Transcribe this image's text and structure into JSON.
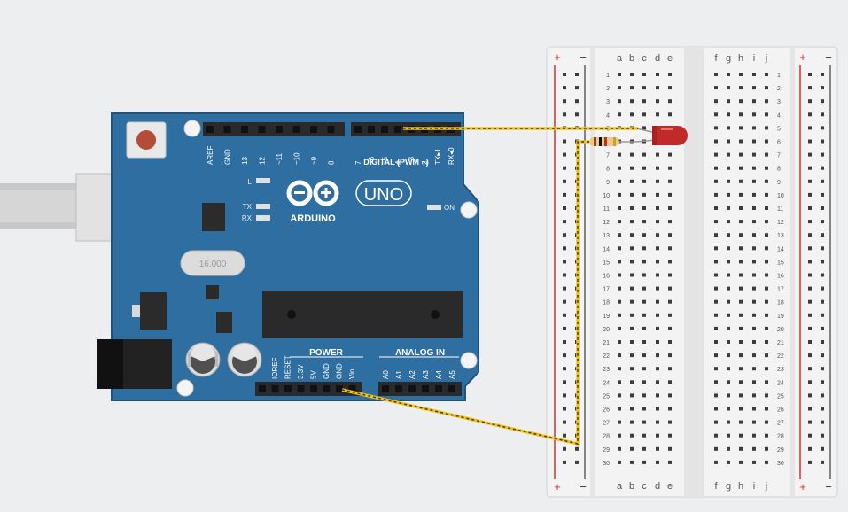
{
  "arduino": {
    "brand": "ARDUINO",
    "model": "UNO",
    "crystal_label": "16.000",
    "on_label": "ON",
    "led_labels": {
      "l": "L",
      "tx": "TX",
      "rx": "RX"
    },
    "digital_header_label": "DIGITAL (PWM ~)",
    "digital_pins_left": [
      "AREF",
      "GND",
      "13",
      "12",
      "~11",
      "~10",
      "~9",
      "8"
    ],
    "digital_pins_right": [
      "7",
      "~6",
      "~5",
      "4",
      "~3",
      "2",
      "TX▸1",
      "RX◂0"
    ],
    "power_label": "POWER",
    "analog_label": "ANALOG IN",
    "power_pins": [
      "IOREF",
      "RESET",
      "3.3V",
      "5V",
      "GND",
      "GND",
      "Vin"
    ],
    "analog_pins": [
      "A0",
      "A1",
      "A2",
      "A3",
      "A4",
      "A5"
    ]
  },
  "breadboard": {
    "columns_left": [
      "a",
      "b",
      "c",
      "d",
      "e"
    ],
    "columns_right": [
      "f",
      "g",
      "h",
      "i",
      "j"
    ],
    "rail_plus": "+",
    "rail_minus": "−",
    "rows": [
      "1",
      "2",
      "3",
      "4",
      "5",
      "6",
      "7",
      "8",
      "9",
      "10",
      "11",
      "12",
      "13",
      "14",
      "15",
      "16",
      "17",
      "18",
      "19",
      "20",
      "21",
      "22",
      "23",
      "24",
      "25",
      "26",
      "27",
      "28",
      "29",
      "30"
    ]
  },
  "colors": {
    "canvas": "#eceeef",
    "board": "#2f6ea0",
    "board_edge": "#1f5480",
    "breadboard": "#f3f3f3",
    "wire_yellow": "#f2c318",
    "wire_stripe": "#3a3a3a",
    "led_red": "#c22a2a",
    "rail_red": "#d83030"
  }
}
